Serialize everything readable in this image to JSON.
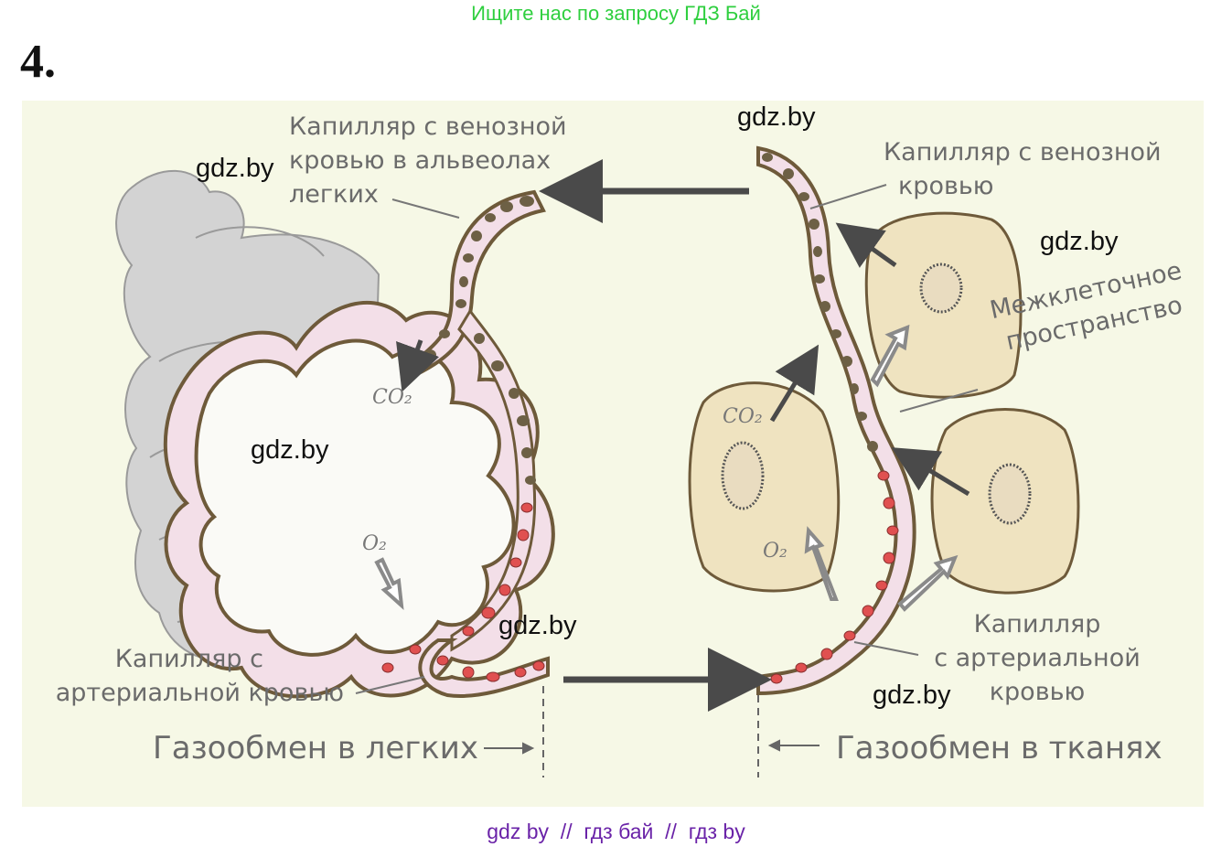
{
  "banner": "Ищите нас по запросу ГДЗ Бай",
  "task_number": "4.",
  "labels": {
    "venous_lungs": [
      "Капилляр с венозной",
      "кровью в альвеолах",
      "легких"
    ],
    "venous_tissue": [
      "Капилляр с венозной",
      "кровью"
    ],
    "intercellular": [
      "Межклеточное",
      "пространство"
    ],
    "arterial_lungs": [
      "Капилляр с",
      "артериальной кровью"
    ],
    "arterial_tissue": [
      "Капилляр",
      "с артериальной",
      "кровью"
    ]
  },
  "gases": {
    "co2": "CO₂",
    "o2": "O₂"
  },
  "captions": {
    "lungs": "Газообмен в легких",
    "tissues": "Газообмен в тканях"
  },
  "watermark": "gdz.by",
  "footer": {
    "link1": "gdz by",
    "sep": "  //  ",
    "link2": "гдз бай",
    "link3": "гдз by"
  },
  "colors": {
    "banner": "#2fcf3f",
    "vessel_wall": "#6e5a3a",
    "vessel_lumen": "#f3dfe8",
    "venous_cell": "#6d6045",
    "arterial_cell": "#e05050",
    "tissue_cell": "#efe3c0",
    "lung_gray": "#d2d2d2",
    "footer_link": "#6a23a8"
  }
}
